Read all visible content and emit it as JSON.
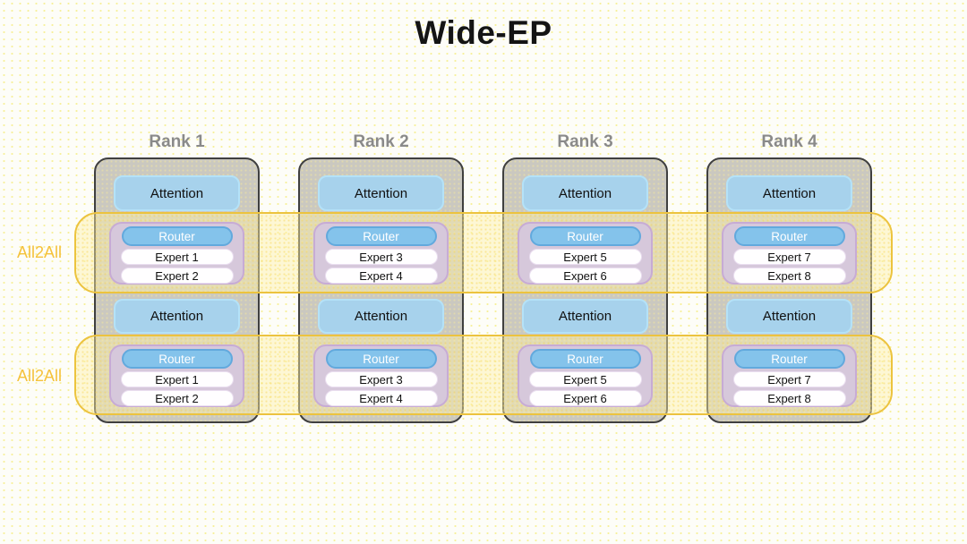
{
  "title": "Wide-EP",
  "bands": [
    {
      "label": "All2All"
    },
    {
      "label": "All2All"
    }
  ],
  "ranks": [
    {
      "label": "Rank 1",
      "sections": [
        {
          "attention_label": "Attention",
          "router_label": "Router",
          "experts": [
            "Expert 1",
            "Expert 2"
          ]
        },
        {
          "attention_label": "Attention",
          "router_label": "Router",
          "experts": [
            "Expert 1",
            "Expert 2"
          ]
        }
      ]
    },
    {
      "label": "Rank 2",
      "sections": [
        {
          "attention_label": "Attention",
          "router_label": "Router",
          "experts": [
            "Expert 3",
            "Expert 4"
          ]
        },
        {
          "attention_label": "Attention",
          "router_label": "Router",
          "experts": [
            "Expert 3",
            "Expert 4"
          ]
        }
      ]
    },
    {
      "label": "Rank 3",
      "sections": [
        {
          "attention_label": "Attention",
          "router_label": "Router",
          "experts": [
            "Expert 5",
            "Expert 6"
          ]
        },
        {
          "attention_label": "Attention",
          "router_label": "Router",
          "experts": [
            "Expert 5",
            "Expert 6"
          ]
        }
      ]
    },
    {
      "label": "Rank 4",
      "sections": [
        {
          "attention_label": "Attention",
          "router_label": "Router",
          "experts": [
            "Expert 7",
            "Expert 8"
          ]
        },
        {
          "attention_label": "Attention",
          "router_label": "Router",
          "experts": [
            "Expert 7",
            "Expert 8"
          ]
        }
      ]
    }
  ],
  "colors": {
    "band_border": "#ecc33e",
    "band_fill": "#fcf0a8",
    "all2all_text": "#f5c23c",
    "attention_fill": "#a7d2ec",
    "attention_border": "#b4e2f8",
    "router_fill": "#84c3eb",
    "router_border": "#62a9dd",
    "expert_group_fill": "#d6c8db",
    "expert_group_border": "#c7abd5",
    "rank_fill": "#cac8c0",
    "rank_border": "#3f3f3f",
    "rank_label_text": "#8a8a8a"
  }
}
